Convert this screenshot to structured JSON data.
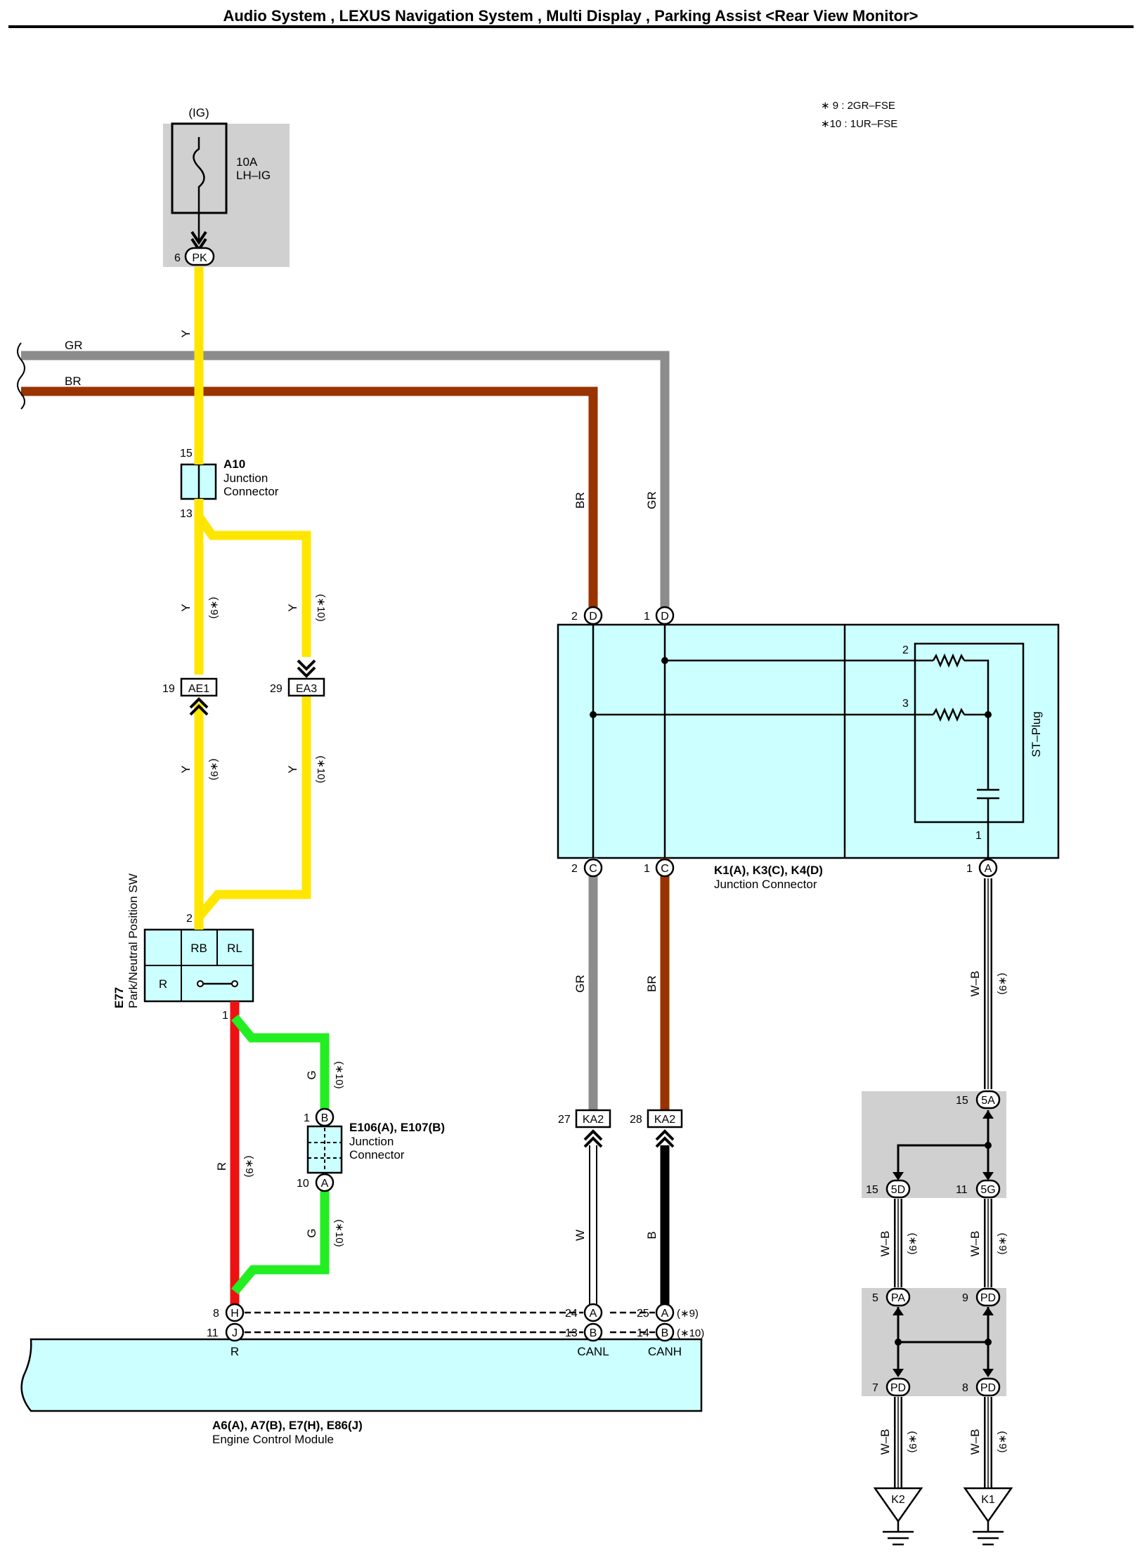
{
  "header": {
    "title": "Audio System , LEXUS Navigation System , Multi Display , Parking Assist <Rear View Monitor>"
  },
  "legend": {
    "note9": "∗ 9 : 2GR–FSE",
    "note10": "∗10 : 1UR–FSE"
  },
  "fuse": {
    "supply": "(IG)",
    "rating": "10A",
    "name": "LH–IG",
    "pin": "6",
    "connector": "PK"
  },
  "wires": {
    "gr": "GR",
    "br": "BR",
    "y": "Y",
    "r": "R",
    "g": "G",
    "w": "W",
    "b": "B",
    "wb": "W–B",
    "n9": "(∗9)",
    "n10": "(∗10)"
  },
  "a10": {
    "id": "A10",
    "line1": "Junction",
    "line2": "Connector",
    "pin_top": "15",
    "pin_bottom": "13"
  },
  "ae1": {
    "pin": "19",
    "code": "AE1"
  },
  "ea3": {
    "pin": "29",
    "code": "EA3"
  },
  "e77": {
    "id": "E77",
    "name": "Park/Neutral Position SW",
    "rb": "RB",
    "rl": "RL",
    "r": "R",
    "pin_top": "2",
    "pin_bottom": "1"
  },
  "e106": {
    "id": "E106(A), E107(B)",
    "line1": "Junction",
    "line2": "Connector",
    "pin_b_num": "1",
    "pin_b": "B",
    "pin_a_num": "10",
    "pin_a": "A"
  },
  "k1": {
    "id": "K1(A), K3(C), K4(D)",
    "name": "Junction Connector",
    "stplug": "ST–Plug",
    "d2": "2",
    "d1": "1",
    "D": "D",
    "c2": "2",
    "c1": "1",
    "C": "C",
    "a1": "1",
    "A": "A",
    "res2": "2",
    "res3": "3",
    "cap1": "1"
  },
  "ka2": {
    "code": "KA2",
    "pin27": "27",
    "pin28": "28"
  },
  "ecm": {
    "id": "A6(A), A7(B), E7(H), E86(J)",
    "name": "Engine Control Module",
    "h8": "8",
    "H": "H",
    "j11": "11",
    "J": "J",
    "r": "R",
    "a24": "24",
    "b13": "13",
    "a25": "25",
    "b14": "14",
    "A": "A",
    "B": "B",
    "canl": "CANL",
    "canh": "CANH"
  },
  "junction_blocks": {
    "p15": "15",
    "c5a": "5A",
    "p15b": "15",
    "c5d": "5D",
    "p11": "11",
    "c5g": "5G",
    "p5": "5",
    "cpa": "PA",
    "p9": "9",
    "cpd": "PD",
    "p7": "7",
    "p8": "8"
  },
  "grounds": {
    "k2": "K2",
    "k1": "K1"
  },
  "colors": {
    "yellow": "#FFE600",
    "gray": "#8C8C8C",
    "brown": "#993300",
    "red": "#EE1111",
    "green": "#22EE22",
    "cyan": "#CCFFFF",
    "shade": "#D0D0D0"
  }
}
